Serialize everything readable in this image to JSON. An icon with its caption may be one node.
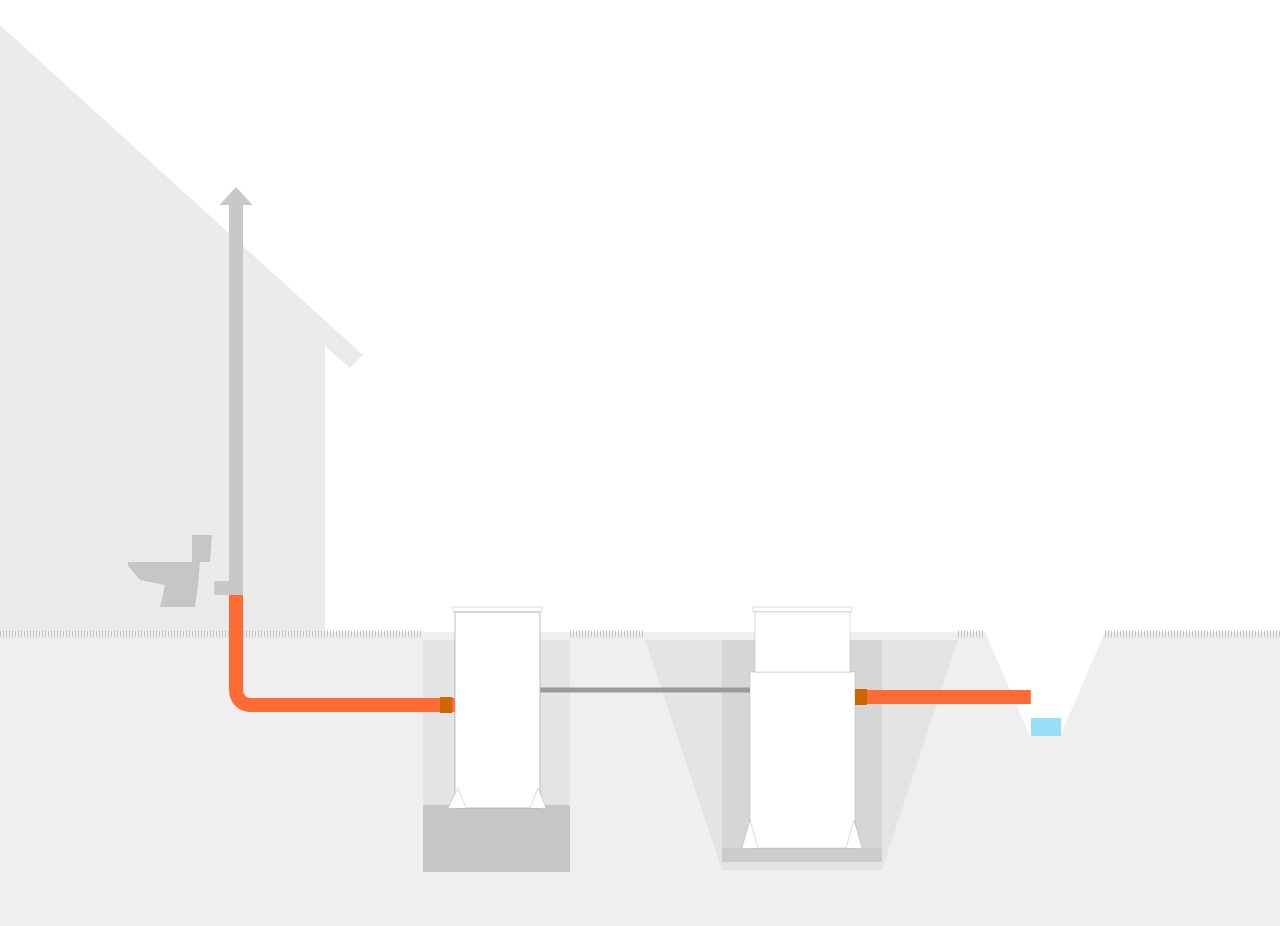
{
  "diagram": {
    "nodes": [
      {
        "text": [],
        "shape": "picture"
      },
      {
        "text": [],
        "shape": "box"
      },
      {
        "text": [],
        "shape": "box"
      },
      {
        "text": [],
        "shape": "box"
      }
    ],
    "edges": [
      {
        "from": 0,
        "to": null,
        "arrow": "to",
        "color": "#c8c8c8"
      },
      {
        "from": 0,
        "to": 1,
        "arrow": "none",
        "color": "#ff6b35"
      },
      {
        "from": 1,
        "to": 2,
        "arrow": "none",
        "color": "#9a9a9a"
      },
      {
        "from": 2,
        "to": 3,
        "arrow": "none",
        "color": "#ff6b35"
      }
    ]
  }
}
